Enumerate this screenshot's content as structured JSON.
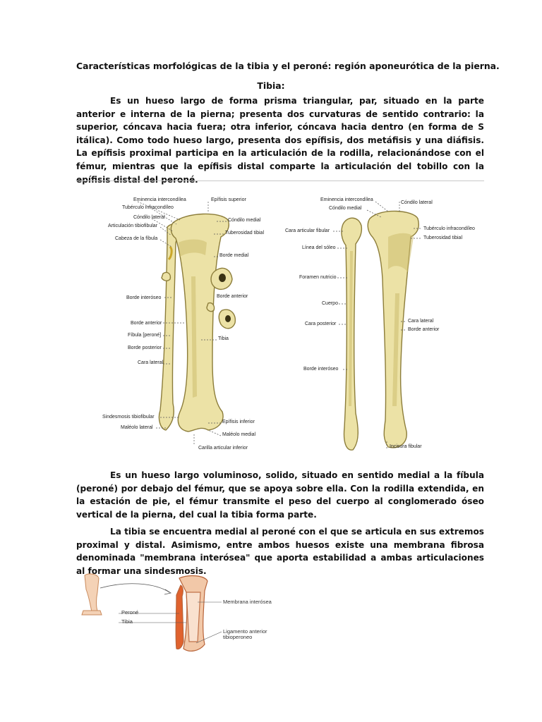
{
  "document": {
    "title": "Características morfológicas de la tibia y el peroné: región aponeurótica de la pierna.",
    "subtitle": "Tibia:",
    "paragraphs": [
      "Es un hueso largo de forma prisma triangular, par, situado en la parte anterior e interna de la pierna; presenta dos curvaturas de sentido contrario: la superior, cóncava hacia fuera; otra inferior, cóncava hacia dentro (en forma de S itálica). Como todo hueso largo, presenta dos epífisis, dos metáfisis y una diáfisis. La epífisis proximal participa en la articulación de la rodilla, relacionándose con el fémur, mientras que la epífisis distal comparte la articulación del tobillo con la epífisis distal del peroné.",
      "Es un hueso largo voluminoso, solido, situado en sentido medial a la fíbula (peroné) por debajo del fémur, que se apoya sobre ella. Con la rodilla extendida, en la estación de pie, el fémur transmite el peso del cuerpo al conglomerado óseo vertical de la pierna, del cual la tibia forma parte.",
      "La tibia se encuentra medial al peroné con el que se articula en sus extremos proximal y distal. Asimismo, entre ambos huesos existe una membrana fibrosa denominada \"membrana interósea\" que aporta estabilidad a ambas articulaciones al formar una sindesmosis."
    ]
  },
  "figure1": {
    "labels_left": [
      "Eminencia intercondílea",
      "Tubérculo infracondíleo",
      "Cóndilo lateral",
      "Articulación tibiofibular",
      "Cabeza de la fíbula",
      "Borde interóseo",
      "Borde anterior",
      "Fíbula [peroné]",
      "Borde posterior",
      "Cara lateral",
      "Sindesmosis tibiofibular",
      "Maléolo lateral"
    ],
    "labels_right": [
      "Epífisis superior",
      "Cóndilo medial",
      "Tuberosidad tibial",
      "Borde medial",
      "Borde anterior",
      "Tibia",
      "Epífisis inferior",
      "Maléolo medial",
      "Carilla articular inferior"
    ]
  },
  "figure2": {
    "labels_left": [
      "Eminencia intercondílea",
      "Cóndilo medial",
      "Cara articular fibular",
      "Línea del sóleo",
      "Foramen nutricio",
      "Cuerpo",
      "Cara posterior",
      "Borde interóseo"
    ],
    "labels_right": [
      "Cóndilo lateral",
      "Tubérculo infracondíleo",
      "Tuberosidad tibial",
      "Cara lateral",
      "Borde anterior",
      "Incisura fibular"
    ]
  },
  "figure3": {
    "labels": [
      "Membrana interósea",
      "Peroné",
      "Tibia",
      "Ligamento anterior tibioperoneo"
    ]
  },
  "colors": {
    "bone": "#ece2a6",
    "bone_shadow": "#cdbd6e",
    "bone_outline": "#8c7d3a",
    "fig3_bone": "#f2c8a8",
    "fig3_accent": "#e0622e"
  }
}
